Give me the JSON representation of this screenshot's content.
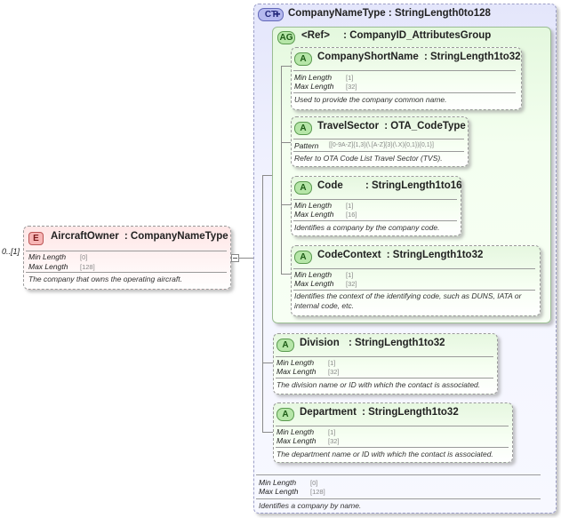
{
  "root": {
    "badge": "E",
    "multiplicity": "0..[1]",
    "name": "AircraftOwner",
    "type": ": CompanyNameType",
    "props": [
      {
        "label": "Min Length",
        "value": "[0]"
      },
      {
        "label": "Max Length",
        "value": "[128]"
      }
    ],
    "doc": "The company that owns the operating aircraft."
  },
  "complex_type": {
    "badge": "CT",
    "name": "CompanyNameType",
    "type": ": StringLength0to128",
    "props": [
      {
        "label": "Min Length",
        "value": "[0]"
      },
      {
        "label": "Max Length",
        "value": "[128]"
      }
    ],
    "doc": "Identifies a company by name."
  },
  "attr_group": {
    "badge": "AG",
    "ref": "<Ref>",
    "name": ": CompanyID_AttributesGroup"
  },
  "attributes": [
    {
      "badge": "A",
      "name": "CompanyShortName",
      "type": ": StringLength1to32",
      "props": [
        {
          "label": "Min Length",
          "value": "[1]"
        },
        {
          "label": "Max Length",
          "value": "[32]"
        }
      ],
      "doc": "Used to provide the company common name."
    },
    {
      "badge": "A",
      "name": "TravelSector",
      "type": ": OTA_CodeType",
      "props": [
        {
          "label": "Pattern",
          "value": "[[0-9A-Z]{1,3}(\\.[A-Z]{3}(\\.X){0,1}){0,1}]"
        }
      ],
      "doc": "Refer to OTA Code List Travel Sector (TVS)."
    },
    {
      "badge": "A",
      "name": "Code",
      "type": ": StringLength1to16",
      "props": [
        {
          "label": "Min Length",
          "value": "[1]"
        },
        {
          "label": "Max Length",
          "value": "[16]"
        }
      ],
      "doc": "Identifies a company by the company code."
    },
    {
      "badge": "A",
      "name": "CodeContext",
      "type": ": StringLength1to32",
      "props": [
        {
          "label": "Min Length",
          "value": "[1]"
        },
        {
          "label": "Max Length",
          "value": "[32]"
        }
      ],
      "doc": "Identifies the context of the identifying code, such as DUNS, IATA or internal code, etc."
    },
    {
      "badge": "A",
      "name": "Division",
      "type": ": StringLength1to32",
      "props": [
        {
          "label": "Min Length",
          "value": "[1]"
        },
        {
          "label": "Max Length",
          "value": "[32]"
        }
      ],
      "doc": "The division name or ID with which the contact is associated."
    },
    {
      "badge": "A",
      "name": "Department",
      "type": ": StringLength1to32",
      "props": [
        {
          "label": "Min Length",
          "value": "[1]"
        },
        {
          "label": "Max Length",
          "value": "[32]"
        }
      ],
      "doc": "The department name or ID with which the contact is associated."
    }
  ]
}
